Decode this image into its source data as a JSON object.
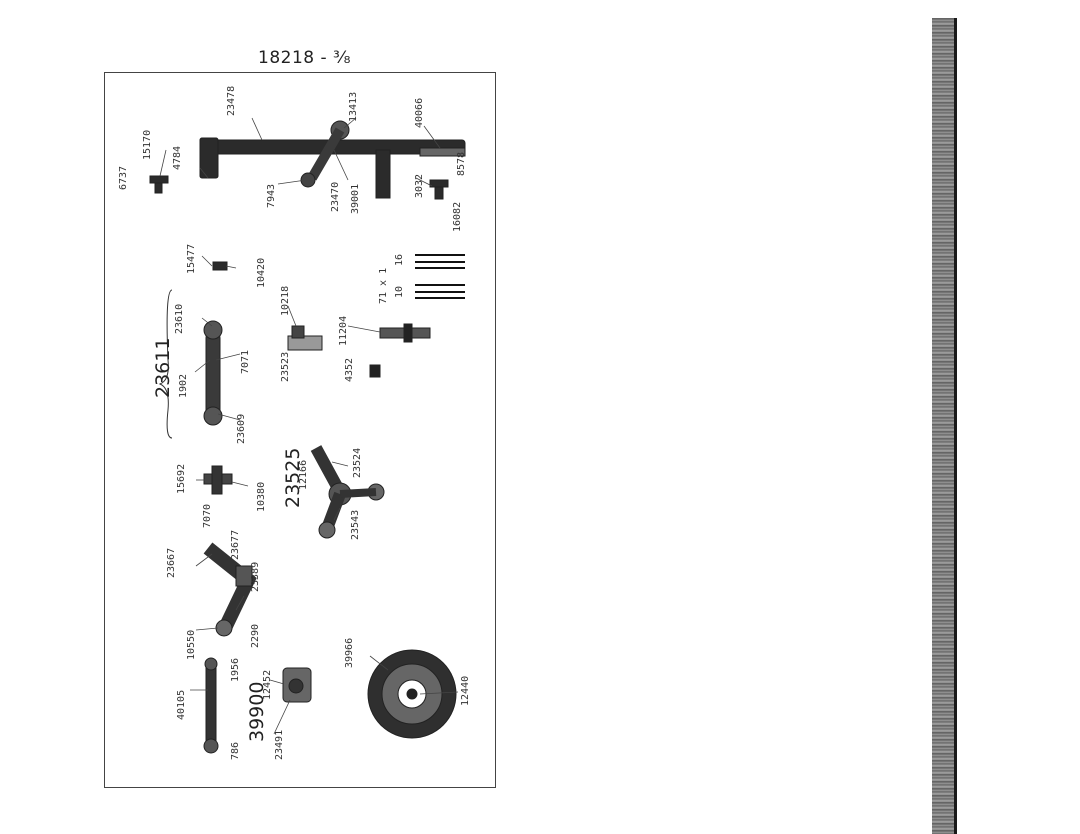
{
  "page": {
    "title": "18218 - ³⁄₈"
  },
  "groups": [
    "23611",
    "23525",
    "39900"
  ],
  "labels": {
    "p6737": "6737",
    "p15170": "15170",
    "p4784": "4784",
    "p23478": "23478",
    "p13413": "13413",
    "p40066": "40066",
    "p8578": "8578",
    "p7943": "7943",
    "p23470": "23470",
    "p39001": "39001",
    "p3032": "3032",
    "p16082": "16082",
    "p15477": "15477",
    "p10420": "10420",
    "p71x1": "71 x 1",
    "p16": "16",
    "p10": "10",
    "p23610": "23610",
    "p1902": "1902",
    "p7071": "7071",
    "p23609": "23609",
    "p10218": "10218",
    "p23523": "23523",
    "p11204": "11204",
    "p4352": "4352",
    "p15692": "15692",
    "p7070": "7070",
    "p10380": "10380",
    "p12166": "12166",
    "p23524": "23524",
    "p23543": "23543",
    "p23667": "23667",
    "p23677": "23677",
    "p23389": "23389",
    "p10550": "10550",
    "p2290": "2290",
    "p1956": "1956",
    "p12452": "12452",
    "p40105": "40105",
    "p786": "786",
    "p23491": "23491",
    "p39966": "39966",
    "p12440": "12440"
  }
}
